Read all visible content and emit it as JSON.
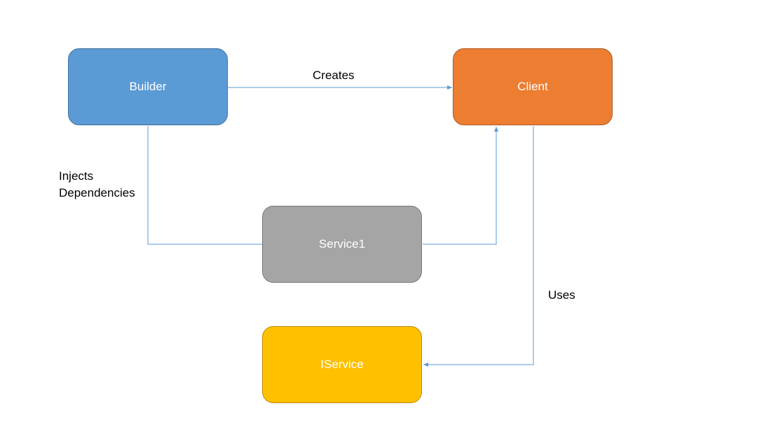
{
  "nodes": {
    "builder": "Builder",
    "client": "Client",
    "service1": "Service1",
    "iservice": "IService"
  },
  "edges": {
    "creates": "Creates",
    "injects_line1": "Injects",
    "injects_line2": "Dependencies",
    "uses": "Uses"
  },
  "colors": {
    "builder": "#5b9bd5",
    "client": "#ed7d31",
    "service1": "#a5a5a5",
    "iservice": "#ffc000",
    "connector": "#5b9bd5"
  }
}
